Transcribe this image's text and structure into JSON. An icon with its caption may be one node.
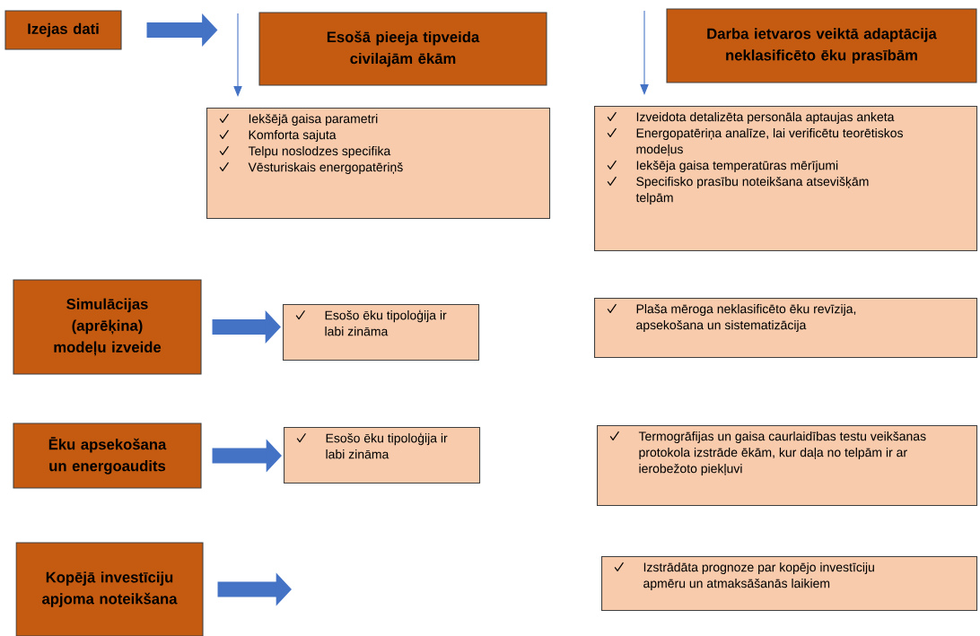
{
  "diagram": {
    "nodes": [
      {
        "text": [
          "Izejas dati"
        ]
      },
      {
        "text": [
          "Esošā pieeja tipveida civilajām ēkām"
        ]
      },
      {
        "text": [
          "Darba ietvaros veiktā adaptācija neklasificēto ēku prasībām"
        ]
      },
      {
        "text": [
          "Iekšējā gaisa parametri",
          "Komforta sajuta",
          "Telpu noslodzes specifika",
          "Vēsturiskais energopatēriņš"
        ]
      },
      {
        "text": [
          "Izveidota detalizēta personāla aptaujas anketa",
          "Energopatēriņa analīze, lai verificētu teorētiskos modeļus",
          "Iekšēja gaisa temperatūras mērījumi",
          "Specifisko prasību noteikšana atsevišķām telpām"
        ]
      },
      {
        "text": [
          "Simulācijas (aprēķina) modeļu izveide"
        ]
      },
      {
        "text": [
          "Esošo ēku tipoloģija ir labi zināma"
        ]
      },
      {
        "text": [
          "Plaša mēroga neklasificēto ēku revīzija, apsekošana un sistematizācija"
        ]
      },
      {
        "text": [
          "Ēku apsekošana un energoaudits"
        ]
      },
      {
        "text": [
          "Esošo ēku tipoloģija ir labi zināma"
        ]
      },
      {
        "text": [
          "Termogrāfijas un gaisa caurlaidības testu veikšanas protokola izstrāde ēkām, kur daļa no telpām ir ar ierobežoto piekļuvi"
        ]
      },
      {
        "text": [
          "Kopējā investīciju apjoma noteikšana"
        ]
      },
      {
        "text": [
          "Izstrādāta prognoze par kopējo investīciju apmēru un atmaksāšanās laikiem"
        ]
      }
    ],
    "edges": [
      {
        "from": 0,
        "to": 1,
        "arrow": "to"
      },
      {
        "from": null,
        "to": 3,
        "arrow": "to"
      },
      {
        "from": null,
        "to": 4,
        "arrow": "to"
      },
      {
        "from": 5,
        "to": 6,
        "arrow": "to"
      },
      {
        "from": 8,
        "to": 9,
        "arrow": "to"
      },
      {
        "from": 11,
        "to": null,
        "arrow": "to"
      }
    ]
  }
}
